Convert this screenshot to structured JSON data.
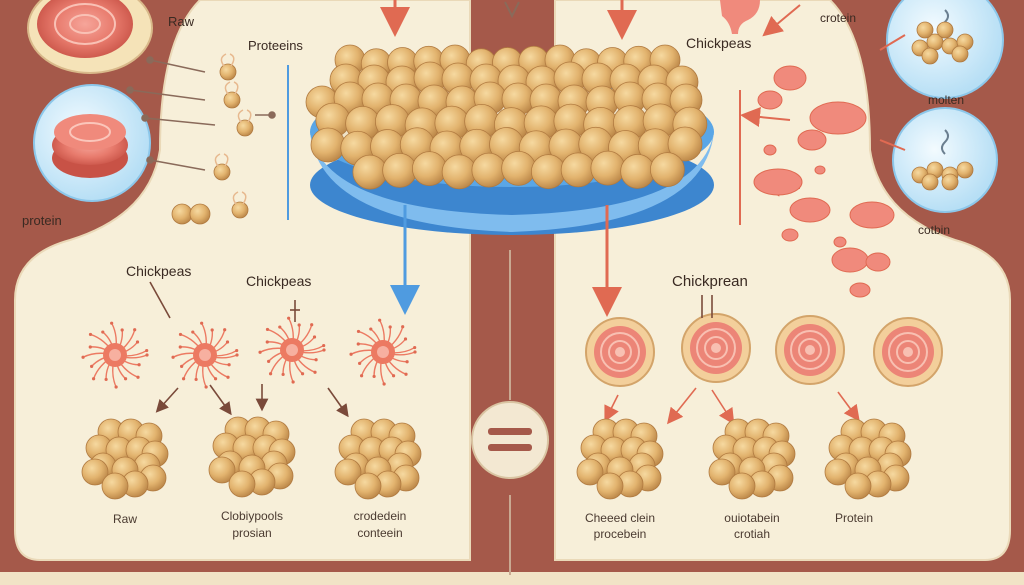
{
  "labels": {
    "top_left_raw": "Raw",
    "top_left_proteins": "Proteeins",
    "left_protein": "protein",
    "top_right_chickpeas": "Chickpeas",
    "top_right_crotein": "crotein",
    "right_molten": "molten",
    "right_cotbin": "cotbin",
    "mid_left_chickpeas_1": "Chickpeas",
    "mid_left_chickpeas_2": "Chickpeas",
    "mid_right_chickprean": "Chickprean",
    "bottom_left_1": "Raw",
    "bottom_left_2_line1": "Clobiypools",
    "bottom_left_2_line2": "prosian",
    "bottom_left_3_line1": "crodedein",
    "bottom_left_3_line2": "conteein",
    "bottom_right_1_line1": "Cheeed clein",
    "bottom_right_1_line2": "procebein",
    "bottom_right_2_line1": "ouiotabein",
    "bottom_right_2_line2": "crotiah",
    "bottom_right_3": "Protein",
    "center_symbol": "="
  },
  "colors": {
    "background": "#a5594a",
    "panel": "#f7efd9",
    "bowl": "#4f9be0",
    "chickpea": "#e0b26b",
    "arrow_blue": "#4f9be0",
    "arrow_red": "#e06a52",
    "cell": "#ec7a62"
  }
}
